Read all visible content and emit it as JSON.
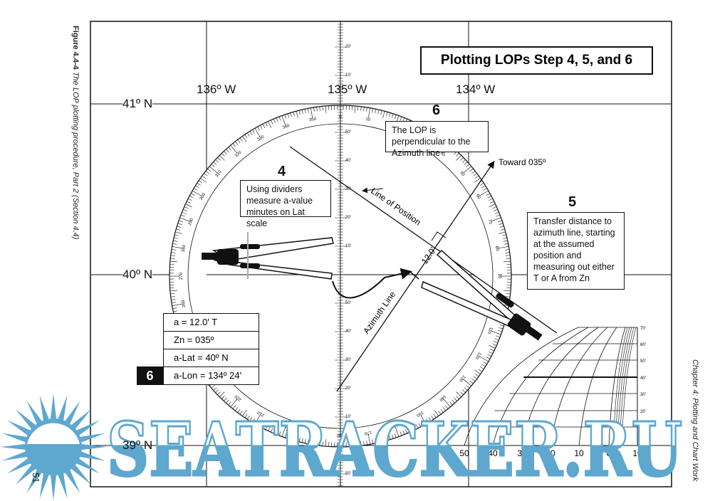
{
  "figure_caption": {
    "number": "Figure 4.4-4",
    "text": "The LOP plotting procedure, Part 2 (Section 4.4)"
  },
  "chapter_footer": "Chapter 4: Plotting and Chart Work",
  "page_number": "51",
  "title": "Plotting LOPs Step 4, 5, and 6",
  "longitudes": [
    "136º W",
    "135º W",
    "134º W"
  ],
  "latitudes": [
    "41º N",
    "40º N",
    "39º N"
  ],
  "step4": {
    "number": "4",
    "text": "Using dividers measure a-value minutes on Lat scale"
  },
  "step5": {
    "number": "5",
    "text": "Transfer distance to azimuth line, starting at the assumed position and measuring out either T or A from Zn"
  },
  "step6": {
    "number": "6",
    "text": "The LOP is perpendicular to the Azimuth line"
  },
  "labels": {
    "toward": "Toward 035º",
    "lop": "Line of Position",
    "azimuth": "Azimuth Line",
    "distance": "12.0'"
  },
  "summary_table": {
    "badge": "6",
    "rows": [
      "a = 12.0' T",
      "Zn = 035º",
      "a-Lat = 40º N",
      "a-Lon = 134º 24'"
    ]
  },
  "compass": {
    "degree_labels": [
      "0",
      "10",
      "20",
      "30",
      "40",
      "50",
      "60",
      "70",
      "80",
      "90",
      "100",
      "110",
      "120",
      "130",
      "140",
      "150",
      "160",
      "170",
      "180",
      "190",
      "200",
      "210",
      "220",
      "230",
      "240",
      "250",
      "260",
      "270",
      "280",
      "290",
      "300",
      "310",
      "320",
      "330",
      "340",
      "350"
    ]
  },
  "minute_scale": [
    "20'",
    "10'",
    "50'",
    "40'",
    "30'",
    "20'",
    "10'",
    "50'",
    "40'",
    "30'",
    "20'",
    "10'",
    "50'"
  ],
  "lat_scale": {
    "right_labels": [
      "70'",
      "60'",
      "50'",
      "40'",
      "30'",
      "20'",
      "10'"
    ],
    "bottom_labels": [
      "50",
      "40",
      "30",
      "20",
      "10",
      "0",
      "10"
    ]
  },
  "watermark": "SEATRACKER.RU",
  "colors": {
    "watermark": "#5ea7cf",
    "ink": "#111111"
  }
}
